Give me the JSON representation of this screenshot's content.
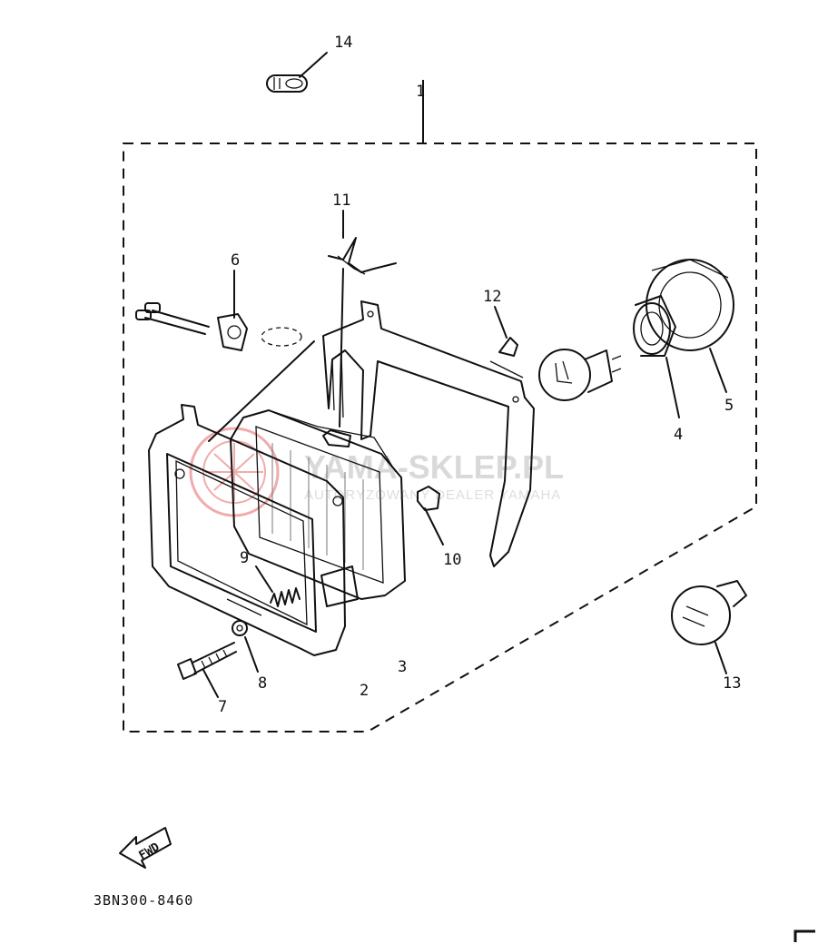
{
  "diagram": {
    "callouts": [
      "1",
      "2",
      "3",
      "4",
      "5",
      "6",
      "7",
      "8",
      "9",
      "10",
      "11",
      "12",
      "13",
      "14"
    ],
    "direction_arrow": "FWD",
    "drawing_code": "3BN300-8460"
  },
  "watermark": {
    "title": "YAMA-SKLEP.PL",
    "subtitle": "AUTORYZOWANY DEALER YAMAHA",
    "accent_color": "#e46a6a"
  }
}
